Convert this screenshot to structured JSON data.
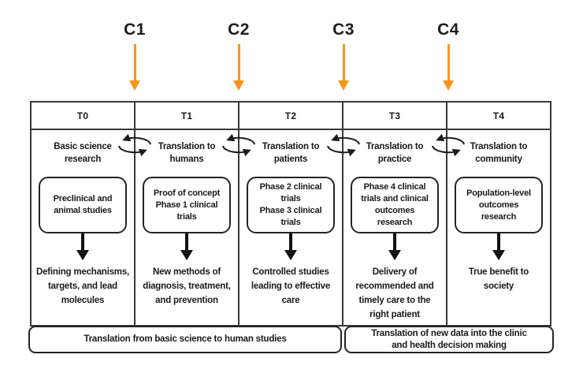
{
  "colors": {
    "accent_orange": "#F7941D",
    "ink": "#1a1a1a"
  },
  "chasms": [
    {
      "label": "C1"
    },
    {
      "label": "C2"
    },
    {
      "label": "C3"
    },
    {
      "label": "C4"
    }
  ],
  "columns": [
    {
      "stage": "T0",
      "phase": "Basic science\nresearch",
      "box": "Preclinical and\nanimal studies",
      "outcome": "Defining mechanisms,\ntargets, and lead\nmolecules"
    },
    {
      "stage": "T1",
      "phase": "Translation to\nhumans",
      "box": "Proof of concept\nPhase 1 clinical\ntrials",
      "outcome": "New methods of\ndiagnosis, treatment,\nand prevention"
    },
    {
      "stage": "T2",
      "phase": "Translation to\npatients",
      "box": "Phase 2 clinical\ntrials\nPhase 3 clinical\ntrials",
      "outcome": "Controlled studies\nleading to effective\ncare"
    },
    {
      "stage": "T3",
      "phase": "Translation to\npractice",
      "box": "Phase 4 clinical\ntrials and clinical\noutcomes\nresearch",
      "outcome": "Delivery of\nrecommended and\ntimely care to the\nright patient"
    },
    {
      "stage": "T4",
      "phase": "Translation to\ncommunity",
      "box": "Population-level\noutcomes\nresearch",
      "outcome": "True benefit to\nsociety"
    }
  ],
  "footer": {
    "left": "Translation from basic science to human studies",
    "right": "Translation of new data into the clinic\nand health decision making"
  }
}
